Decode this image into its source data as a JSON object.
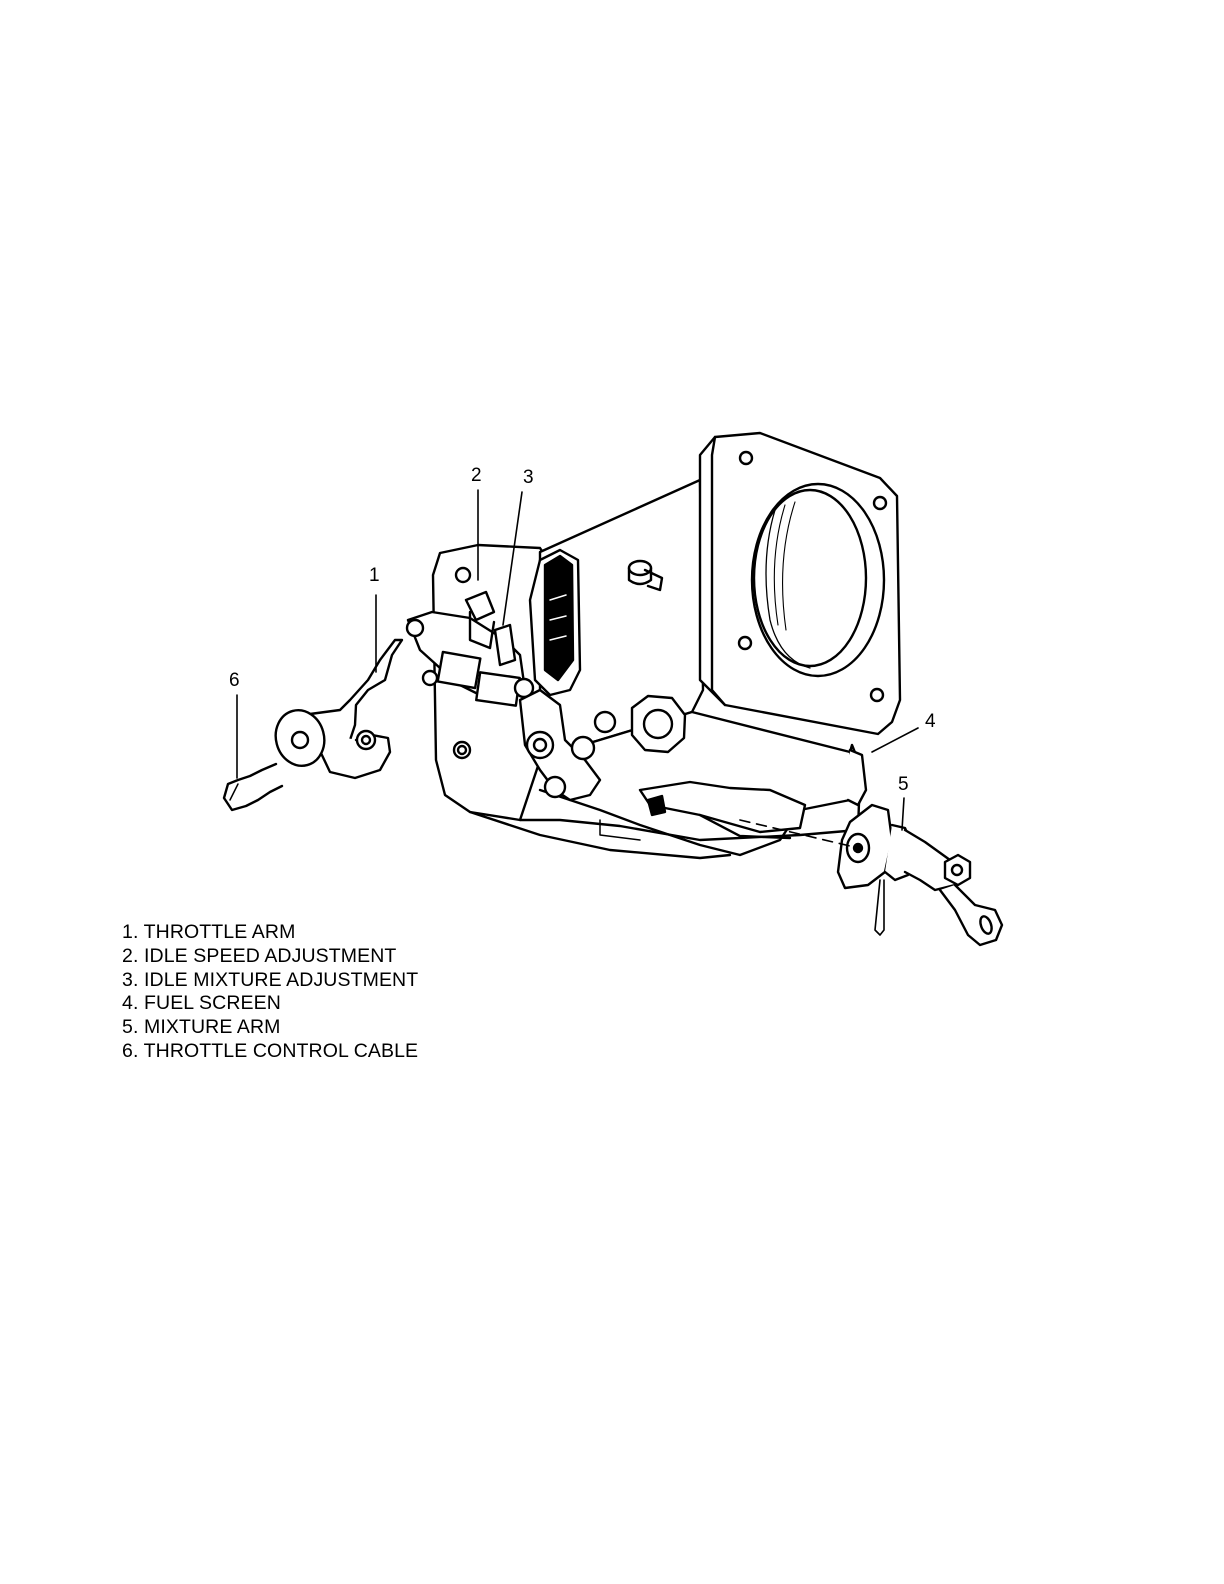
{
  "callouts": [
    "1",
    "2",
    "3",
    "4",
    "5",
    "6"
  ],
  "legend": [
    {
      "number": "1.",
      "text": "THROTTLE ARM"
    },
    {
      "number": "2.",
      "text": "IDLE SPEED ADJUSTMENT"
    },
    {
      "number": "3.",
      "text": "IDLE MIXTURE ADJUSTMENT"
    },
    {
      "number": "4.",
      "text": "FUEL SCREEN"
    },
    {
      "number": "5.",
      "text": "MIXTURE ARM"
    },
    {
      "number": "6.",
      "text": "THROTTLE CONTROL CABLE"
    }
  ],
  "colors": {
    "ink": "#000000",
    "paper": "#ffffff"
  }
}
